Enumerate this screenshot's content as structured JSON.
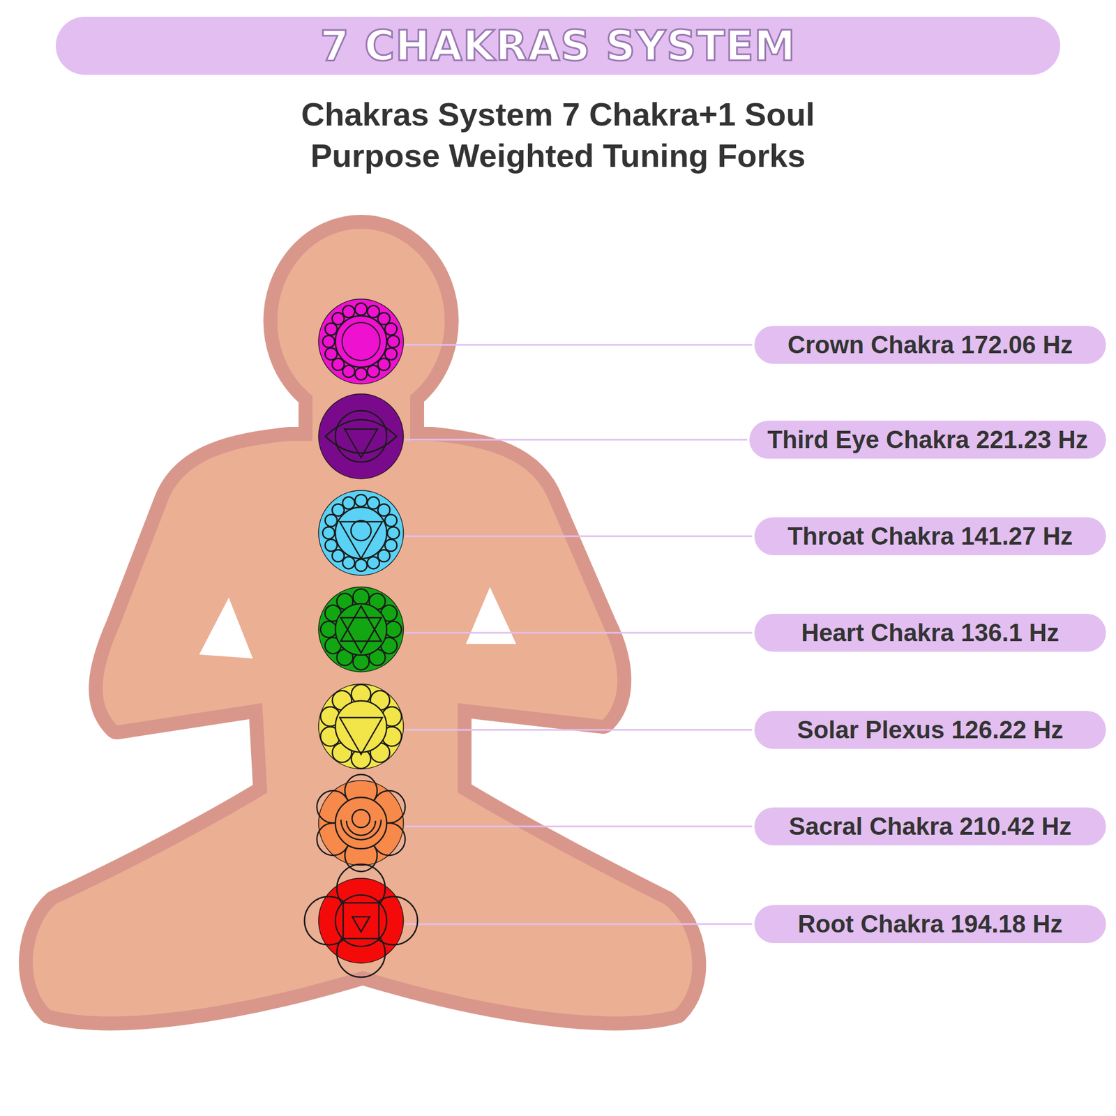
{
  "diagram": {
    "title": "7 CHAKRAS SYSTEM",
    "nodes": [
      {
        "text": [
          "Crown Chakra 172.06 Hz"
        ]
      },
      {
        "text": [
          "Third Eye Chakra 221.23 Hz"
        ]
      },
      {
        "text": [
          "Throat Chakra 141.27 Hz"
        ]
      },
      {
        "text": [
          "Heart Chakra 136.1 Hz"
        ]
      },
      {
        "text": [
          "Solar Plexus 126.22 Hz"
        ]
      },
      {
        "text": [
          "Sacral Chakra 210.42 Hz"
        ]
      },
      {
        "text": [
          "Root Chakra 194.18 Hz"
        ]
      }
    ],
    "labels": [
      "Chakras System 7 Chakra+1 Soul Purpose Weighted Tuning Forks"
    ]
  }
}
